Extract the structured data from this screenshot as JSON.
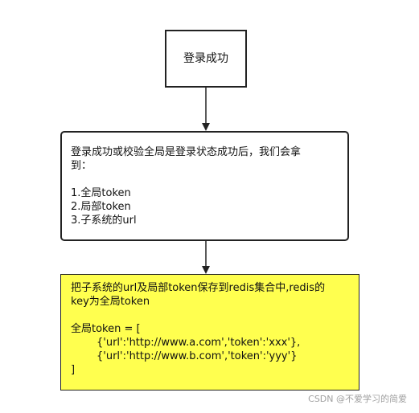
{
  "box_top": {
    "text": "登录成功"
  },
  "box_middle": {
    "lines": [
      "登录成功或校验全局是登录状态成功后，我们会拿",
      "到：",
      "",
      "1.全局token",
      "2.局部token",
      "3.子系统的url"
    ]
  },
  "box_bottom": {
    "lines": [
      "把子系统的url及局部token保存到redis集合中,redis的",
      "key为全局token",
      "",
      "全局token = [",
      "{'url':'http://www.a.com','token':'xxx'},",
      "{'url':'http://www.b.com','token':'yyy'}",
      "]"
    ],
    "fill": "#ffff4f"
  },
  "watermark": "CSDN @不爱学习的简爱"
}
